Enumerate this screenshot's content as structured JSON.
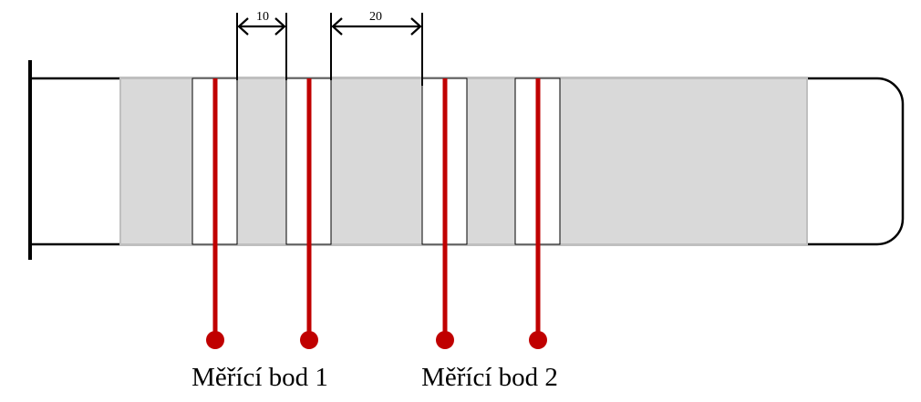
{
  "dimensions": {
    "gap_1": "10",
    "gap_2": "20"
  },
  "labels": {
    "measuring_point_1": "Měřící bod 1",
    "measuring_point_2": "Měřící bod 2"
  },
  "colors": {
    "tube_fill": "#d9d9d9",
    "tube_edge": "#bfbfbf",
    "probe": "#c00000",
    "outline": "#000000",
    "ring": "#ffffff"
  }
}
